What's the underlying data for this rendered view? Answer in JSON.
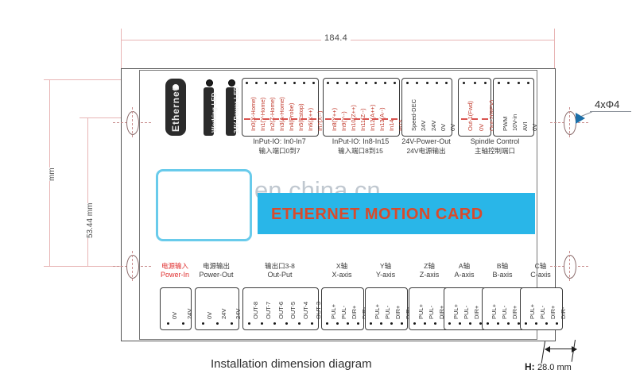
{
  "dimensions": {
    "width_mm": "184.4",
    "height_mm": "53.44 mm",
    "height_side_mm": "mm",
    "hole_callout": "4xΦ4",
    "thickness_label_prefix": "H:",
    "thickness_value": "28.0 mm"
  },
  "caption": "Installation dimension diagram",
  "watermark": "en.china.cn",
  "banner": {
    "text": "ETHERNET MOTION CARD",
    "bg_color": "#29b6e8",
    "text_color": "#d94a2b"
  },
  "top": {
    "ethernet_label": "Ethernet",
    "leds": [
      {
        "label": "Working-LED"
      },
      {
        "label": "24V-Power-LED"
      }
    ],
    "blocks": [
      {
        "name": "input-io-0-7",
        "pins": [
          "In0(X-Home)",
          "In1(Y-Home)",
          "In2(Z-Home)",
          "In3(A-Home)",
          "In4(Probe)",
          "In5(Estop)",
          "In6(X++)",
          "In7(X--)"
        ],
        "caption_en": "InPut-IO: In0-In7",
        "caption_cn": "输入端口0到7"
      },
      {
        "name": "input-io-8-15",
        "pins": [
          "In8(Y++)",
          "In9(Y--)",
          "In10(Z++)",
          "In11(Z--)",
          "In12(A++)",
          "In13(A--)",
          "In14",
          "In15"
        ],
        "caption_en": "InPut-IO: In8-In15",
        "caption_cn": "输入端口8到15"
      },
      {
        "name": "power-out-24v",
        "pins": [
          "Speed-DEC",
          "24V",
          "24V",
          "0V",
          "0V"
        ],
        "caption_en": "24V-Power-Out",
        "caption_cn": "24V电源输出"
      },
      {
        "name": "spindle-control-relay",
        "pins": [
          "Out-1(Fwd)",
          "0V",
          "Out-2(REV)"
        ],
        "caption_en": "Spindle Control",
        "caption_cn": "主轴控制端口"
      },
      {
        "name": "spindle-analog",
        "pins": [
          "PWM",
          "10V-in",
          "AVI",
          "0V"
        ],
        "caption_en": "",
        "caption_cn": ""
      }
    ]
  },
  "bottom": {
    "groups": [
      {
        "name": "power-in",
        "title_cn": "电源输入",
        "title_en": "Power-In",
        "title_color": "#e03131",
        "pins": [
          "0V",
          "24V"
        ]
      },
      {
        "name": "power-out",
        "title_cn": "电源输出",
        "title_en": "Power-Out",
        "title_color": "#3a3a3a",
        "pins": [
          "0V",
          "24V",
          "24V"
        ]
      },
      {
        "name": "output-3-8",
        "title_cn": "输出口3-8",
        "title_en": "Out-Put",
        "title_color": "#3a3a3a",
        "pins": [
          "OUT-8",
          "OUT-7",
          "OUT-6",
          "OUT-5",
          "OUT-4",
          "OUT-3"
        ]
      },
      {
        "name": "x-axis",
        "title_cn": "X轴",
        "title_en": "X-axis",
        "title_color": "#3a3a3a",
        "pins": [
          "PUL+",
          "PUL-",
          "DIR+",
          "DIR-"
        ]
      },
      {
        "name": "y-axis",
        "title_cn": "Y轴",
        "title_en": "Y-axis",
        "title_color": "#3a3a3a",
        "pins": [
          "PUL+",
          "PUL-",
          "DIR+",
          "DIR-"
        ]
      },
      {
        "name": "z-axis",
        "title_cn": "Z轴",
        "title_en": "Z-axis",
        "title_color": "#3a3a3a",
        "pins": [
          "PUL+",
          "PUL-",
          "DIR+",
          "DIR-"
        ]
      },
      {
        "name": "a-axis",
        "title_cn": "A轴",
        "title_en": "A-axis",
        "title_color": "#3a3a3a",
        "pins": [
          "PUL+",
          "PUL-",
          "DIR+",
          "DIR-"
        ]
      },
      {
        "name": "b-axis",
        "title_cn": "B轴",
        "title_en": "B-axis",
        "title_color": "#3a3a3a",
        "pins": [
          "PUL+",
          "PUL-",
          "DIR+",
          "DIR-"
        ]
      },
      {
        "name": "c-axis",
        "title_cn": "C轴",
        "title_en": "C-axis",
        "title_color": "#3a3a3a",
        "pins": [
          "PUL+",
          "PUL-",
          "DIR+",
          "DIR-"
        ]
      }
    ]
  }
}
